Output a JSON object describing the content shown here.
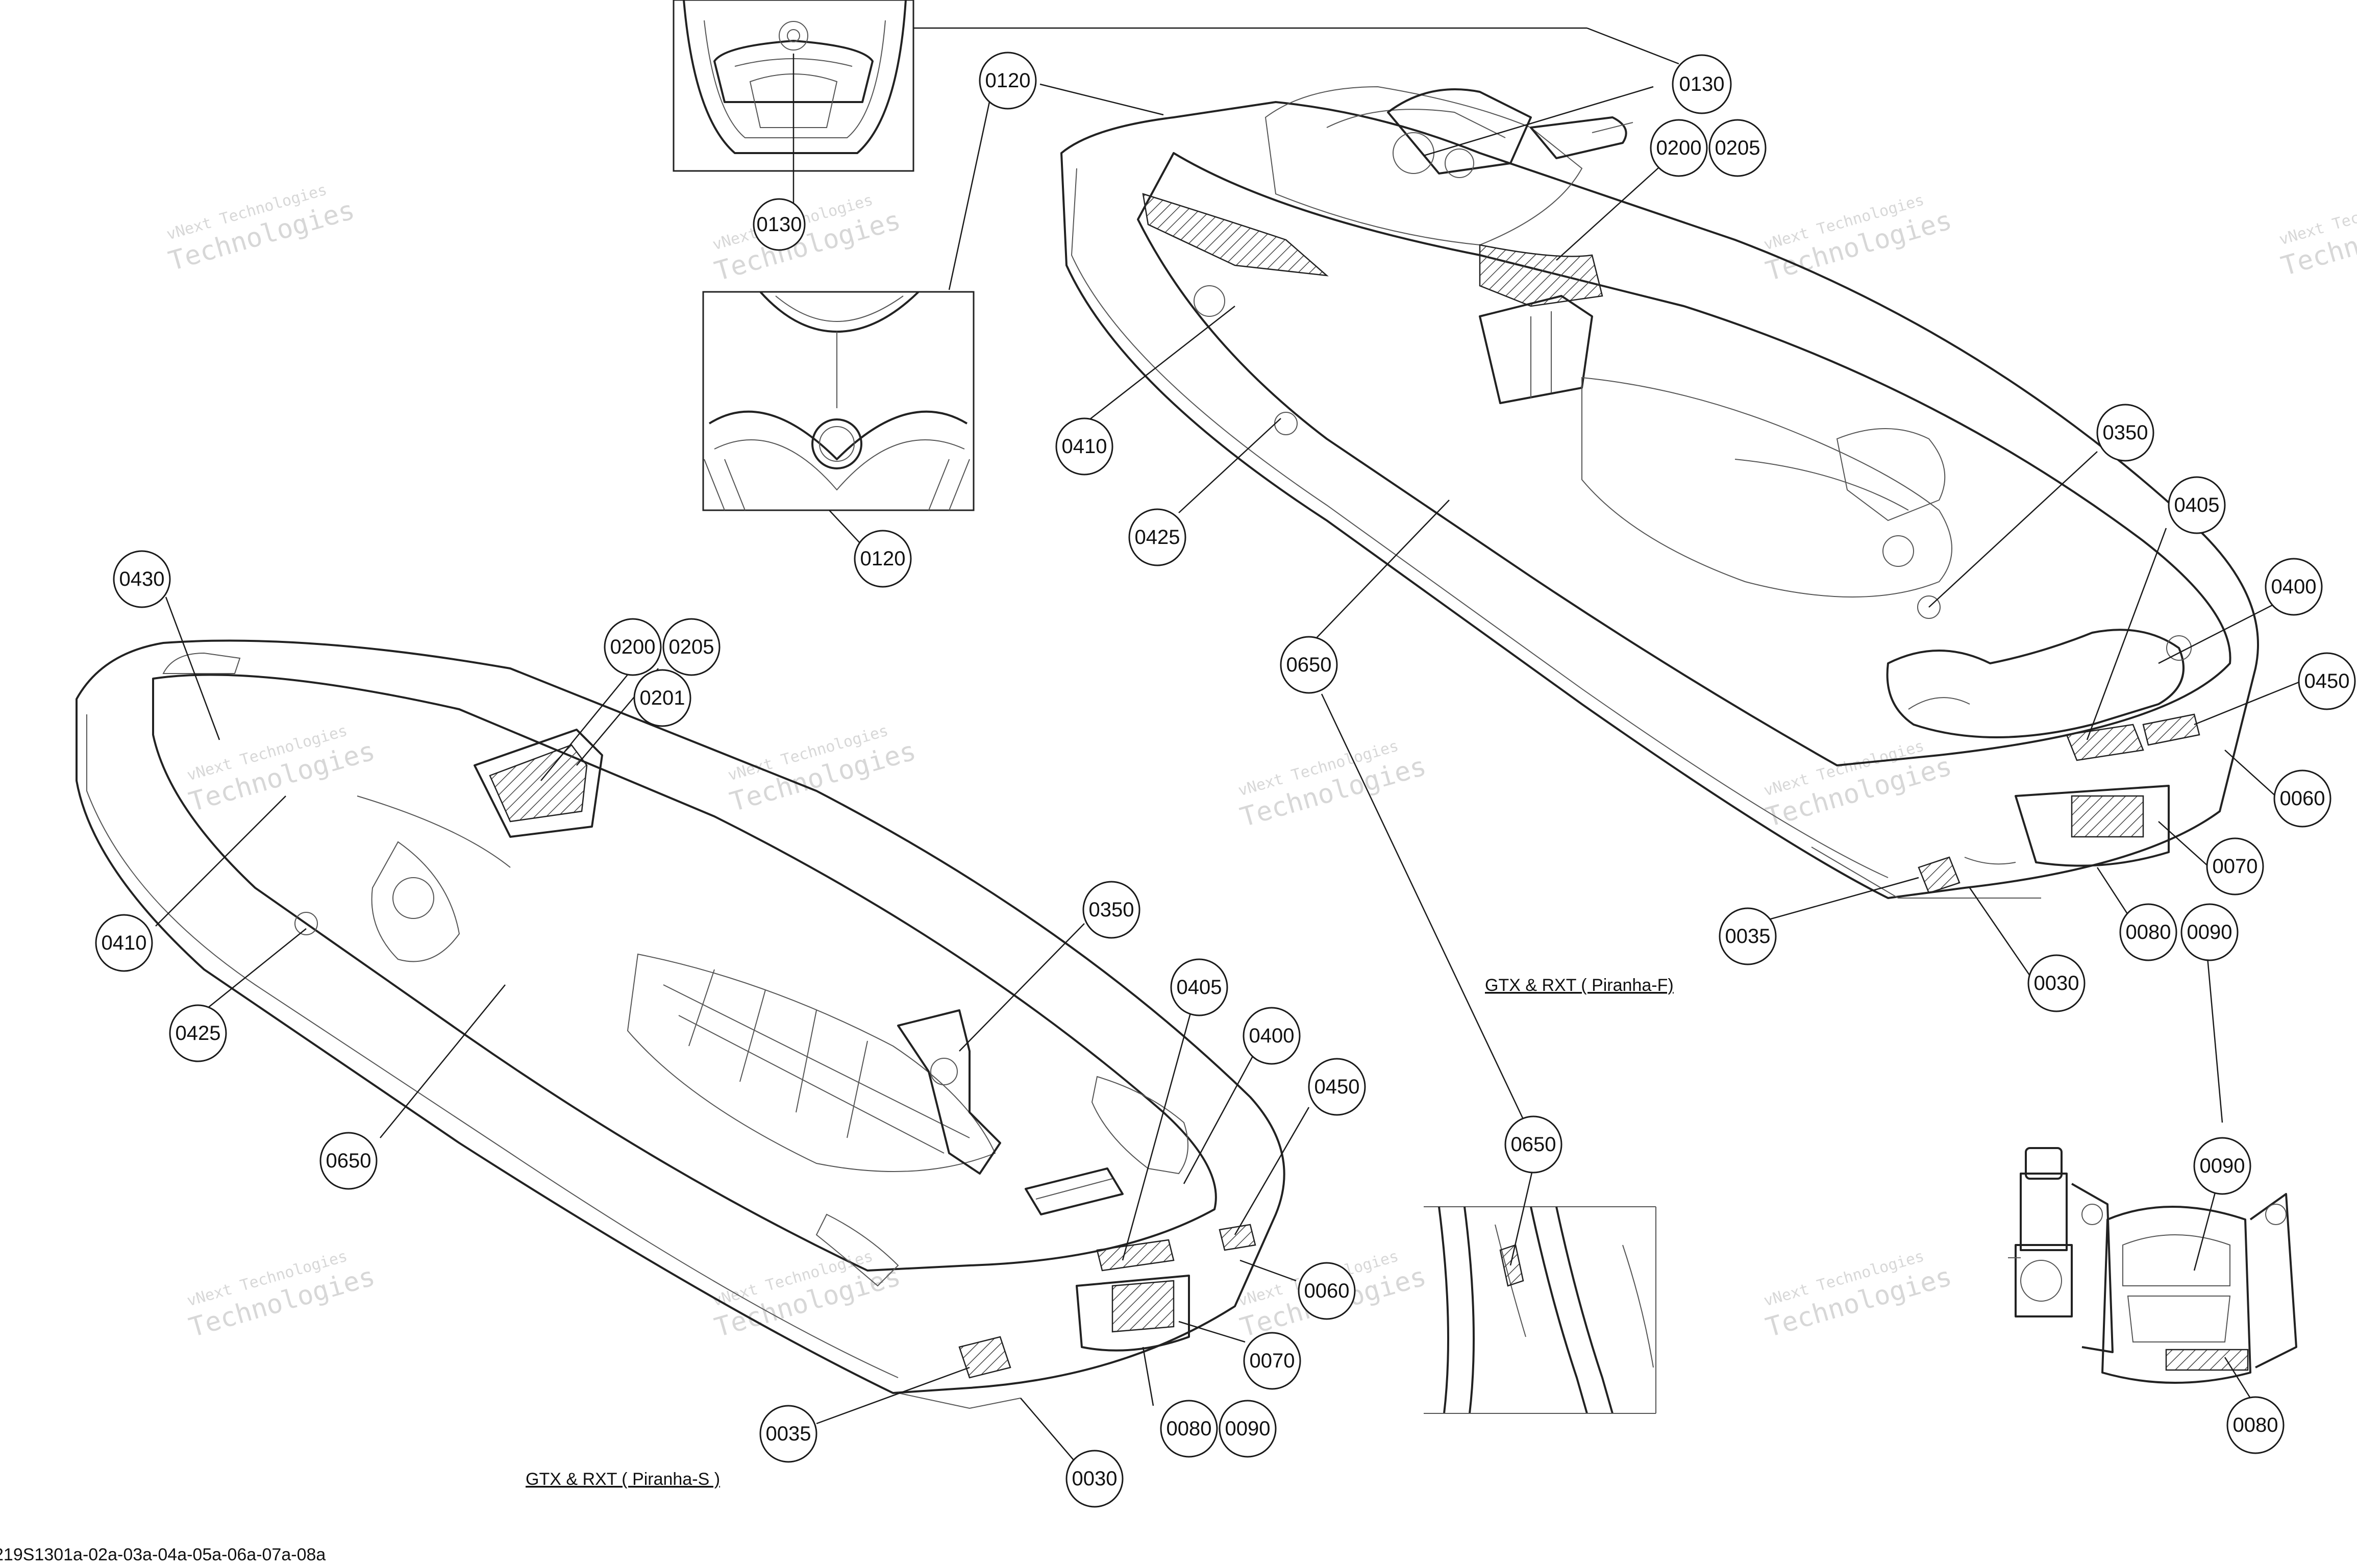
{
  "diagram": {
    "reference_code": "219S1301a-02a-03a-04a-05a-06a-07a-08a",
    "captions": {
      "piranha_f": "GTX & RXT ( Piranha-F)",
      "piranha_s": "GTX & RXT ( Piranha-S )"
    },
    "watermark": {
      "line1": "vNext Technologies",
      "line2": "Technologies"
    },
    "callouts": [
      {
        "id": "c-0130-top",
        "label": "0130"
      },
      {
        "id": "c-0130-inset",
        "label": "0130"
      },
      {
        "id": "c-0120-top",
        "label": "0120"
      },
      {
        "id": "c-0120-inset",
        "label": "0120"
      },
      {
        "id": "c-0200-f",
        "label": "0200"
      },
      {
        "id": "c-0205-f",
        "label": "0205"
      },
      {
        "id": "c-0410-f",
        "label": "0410"
      },
      {
        "id": "c-0425-f",
        "label": "0425"
      },
      {
        "id": "c-0350-f",
        "label": "0350"
      },
      {
        "id": "c-0405-f",
        "label": "0405"
      },
      {
        "id": "c-0400-f",
        "label": "0400"
      },
      {
        "id": "c-0450-f",
        "label": "0450"
      },
      {
        "id": "c-0060-f",
        "label": "0060"
      },
      {
        "id": "c-0070-f",
        "label": "0070"
      },
      {
        "id": "c-0650-f",
        "label": "0650"
      },
      {
        "id": "c-0035-f",
        "label": "0035"
      },
      {
        "id": "c-0030-f",
        "label": "0030"
      },
      {
        "id": "c-0080-f",
        "label": "0080"
      },
      {
        "id": "c-0090-f",
        "label": "0090"
      },
      {
        "id": "c-0090-inset",
        "label": "0090"
      },
      {
        "id": "c-0080-inset",
        "label": "0080"
      },
      {
        "id": "c-0650-inset",
        "label": "0650"
      },
      {
        "id": "c-0430-s",
        "label": "0430"
      },
      {
        "id": "c-0200-s",
        "label": "0200"
      },
      {
        "id": "c-0205-s",
        "label": "0205"
      },
      {
        "id": "c-0201-s",
        "label": "0201"
      },
      {
        "id": "c-0410-s",
        "label": "0410"
      },
      {
        "id": "c-0425-s",
        "label": "0425"
      },
      {
        "id": "c-0350-s",
        "label": "0350"
      },
      {
        "id": "c-0405-s",
        "label": "0405"
      },
      {
        "id": "c-0400-s",
        "label": "0400"
      },
      {
        "id": "c-0450-s",
        "label": "0450"
      },
      {
        "id": "c-0650-s",
        "label": "0650"
      },
      {
        "id": "c-0060-s",
        "label": "0060"
      },
      {
        "id": "c-0070-s",
        "label": "0070"
      },
      {
        "id": "c-0035-s",
        "label": "0035"
      },
      {
        "id": "c-0080-s",
        "label": "0080"
      },
      {
        "id": "c-0090-s",
        "label": "0090"
      },
      {
        "id": "c-0030-s",
        "label": "0030"
      }
    ]
  }
}
